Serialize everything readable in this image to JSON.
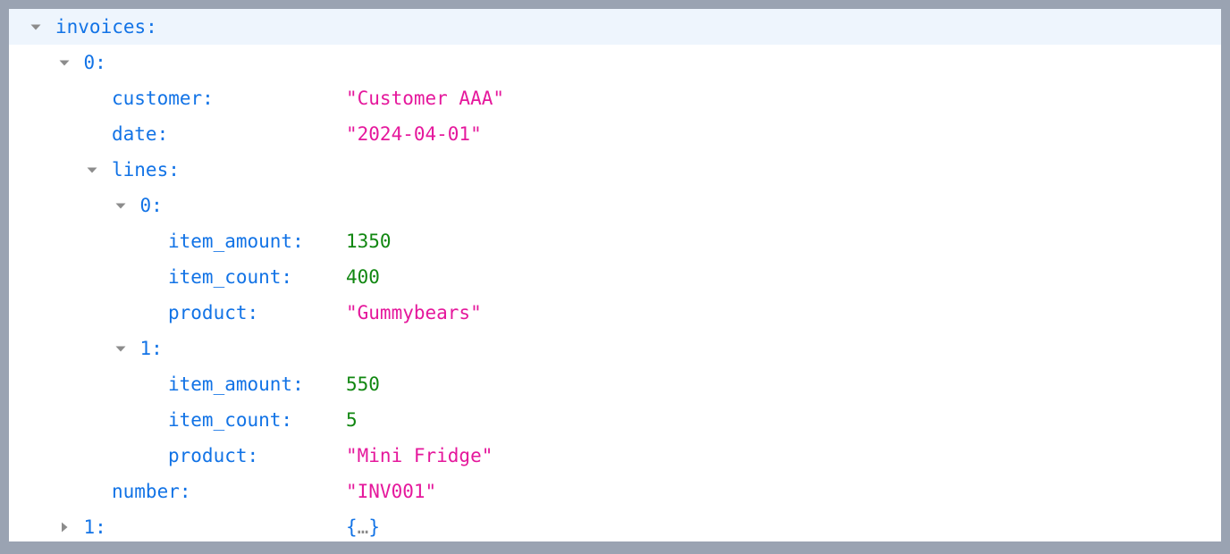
{
  "panel": {
    "name": "json-tree-inspector",
    "background": "#ffffff",
    "outer_background": "#9aa3b2",
    "highlight_background": "#eef5fd"
  },
  "colors": {
    "key": "#1273e6",
    "string_value": "#e5189c",
    "number_value": "#118711",
    "object_brace": "#1273e6",
    "ellipsis": "#8a8a8a",
    "twisty": "#8c8c8c"
  },
  "rows": [
    {
      "key": "invoices:",
      "depth": 0,
      "twisty": "expanded",
      "twisty_icon": "triangle-down-icon",
      "value": "",
      "value_type": "none",
      "highlighted": true,
      "name": "tree-row-invoices"
    },
    {
      "key": "0:",
      "depth": 1,
      "twisty": "expanded",
      "twisty_icon": "triangle-down-icon",
      "value": "",
      "value_type": "none",
      "highlighted": false,
      "name": "tree-row-invoices-0"
    },
    {
      "key": "customer:",
      "depth": 2,
      "twisty": "none",
      "twisty_icon": "",
      "value": "\"Customer AAA\"",
      "value_type": "string",
      "highlighted": false,
      "name": "tree-row-customer"
    },
    {
      "key": "date:",
      "depth": 2,
      "twisty": "none",
      "twisty_icon": "",
      "value": "\"2024-04-01\"",
      "value_type": "string",
      "highlighted": false,
      "name": "tree-row-date"
    },
    {
      "key": "lines:",
      "depth": 2,
      "twisty": "expanded",
      "twisty_icon": "triangle-down-icon",
      "value": "",
      "value_type": "none",
      "highlighted": false,
      "name": "tree-row-lines"
    },
    {
      "key": "0:",
      "depth": 3,
      "twisty": "expanded",
      "twisty_icon": "triangle-down-icon",
      "value": "",
      "value_type": "none",
      "highlighted": false,
      "name": "tree-row-lines-0"
    },
    {
      "key": "item_amount:",
      "depth": 4,
      "twisty": "none",
      "twisty_icon": "",
      "value": "1350",
      "value_type": "number",
      "highlighted": false,
      "name": "tree-row-item-amount"
    },
    {
      "key": "item_count:",
      "depth": 4,
      "twisty": "none",
      "twisty_icon": "",
      "value": "400",
      "value_type": "number",
      "highlighted": false,
      "name": "tree-row-item-count"
    },
    {
      "key": "product:",
      "depth": 4,
      "twisty": "none",
      "twisty_icon": "",
      "value": "\"Gummybears\"",
      "value_type": "string",
      "highlighted": false,
      "name": "tree-row-product"
    },
    {
      "key": "1:",
      "depth": 3,
      "twisty": "expanded",
      "twisty_icon": "triangle-down-icon",
      "value": "",
      "value_type": "none",
      "highlighted": false,
      "name": "tree-row-lines-1"
    },
    {
      "key": "item_amount:",
      "depth": 4,
      "twisty": "none",
      "twisty_icon": "",
      "value": "550",
      "value_type": "number",
      "highlighted": false,
      "name": "tree-row-item-amount"
    },
    {
      "key": "item_count:",
      "depth": 4,
      "twisty": "none",
      "twisty_icon": "",
      "value": "5",
      "value_type": "number",
      "highlighted": false,
      "name": "tree-row-item-count"
    },
    {
      "key": "product:",
      "depth": 4,
      "twisty": "none",
      "twisty_icon": "",
      "value": "\"Mini Fridge\"",
      "value_type": "string",
      "highlighted": false,
      "name": "tree-row-product"
    },
    {
      "key": "number:",
      "depth": 2,
      "twisty": "none",
      "twisty_icon": "",
      "value": "\"INV001\"",
      "value_type": "string",
      "highlighted": false,
      "name": "tree-row-number"
    },
    {
      "key": "1:",
      "depth": 1,
      "twisty": "collapsed",
      "twisty_icon": "triangle-right-icon",
      "value": "{…}",
      "value_type": "object",
      "highlighted": false,
      "name": "tree-row-invoices-1"
    }
  ]
}
